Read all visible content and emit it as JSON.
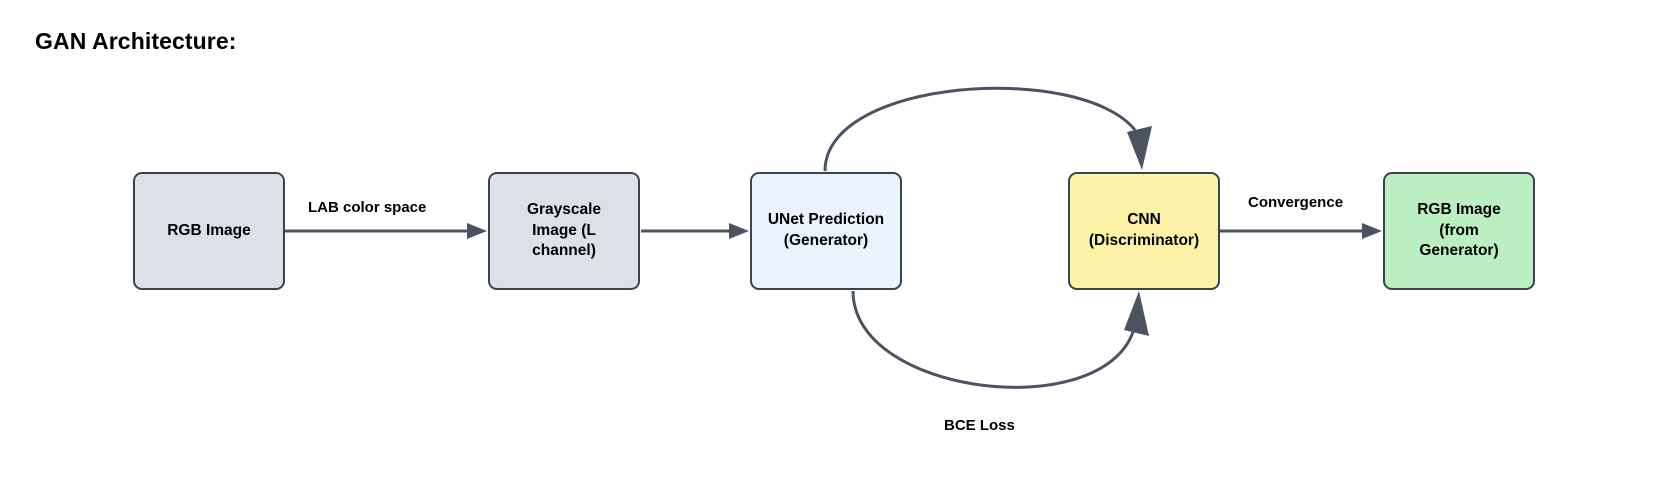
{
  "title": "GAN Architecture:",
  "colors": {
    "node_border": "#3a434e",
    "edge_stroke": "#4a535f",
    "gray_fill": "#dde1e7",
    "blue_fill": "#eaf2fd",
    "yellow_fill": "#fdf3a6",
    "green_fill": "#bbeec1",
    "text": "#000000",
    "background": "#ffffff"
  },
  "nodes": [
    {
      "id": "rgb-image-input",
      "label": "RGB Image",
      "lines": [
        "RGB Image"
      ],
      "fill": "#dde1e7"
    },
    {
      "id": "grayscale-image",
      "label": "Grayscale Image (L channel)",
      "lines": [
        "Grayscale",
        "Image (L",
        "channel)"
      ],
      "fill": "#dde1e7"
    },
    {
      "id": "unet-generator",
      "label": "UNet Prediction (Generator)",
      "lines": [
        "UNet Prediction",
        "(Generator)"
      ],
      "fill": "#eaf2fd"
    },
    {
      "id": "cnn-discriminator",
      "label": "CNN (Discriminator)",
      "lines": [
        "CNN",
        "(Discriminator)"
      ],
      "fill": "#fdf3a6"
    },
    {
      "id": "rgb-image-output",
      "label": "RGB Image (from Generator)",
      "lines": [
        "RGB Image",
        "(from",
        "Generator)"
      ],
      "fill": "#bbeec1"
    }
  ],
  "edge_labels": {
    "lab_color_space": "LAB color space",
    "convergence": "Convergence",
    "bce_loss": "BCE Loss"
  }
}
